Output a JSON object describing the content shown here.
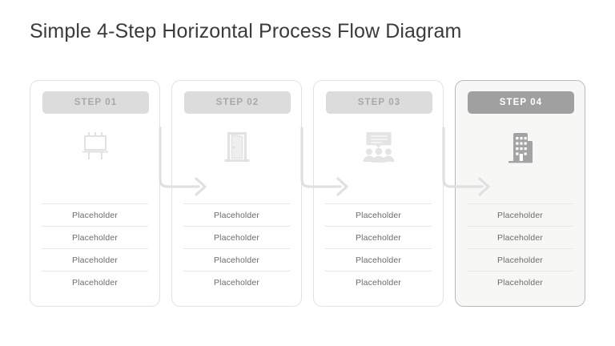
{
  "page": {
    "title": "Simple 4-Step Horizontal Process Flow Diagram",
    "background_color": "#ffffff",
    "title_color": "#3b3b3b"
  },
  "theme": {
    "card_border": "#e2e2e2",
    "card_background": "#ffffff",
    "active_card_border": "#b9b9b9",
    "active_card_background": "#f7f7f6",
    "header_pill": "#dcdcdc",
    "header_pill_active": "#a0a0a0",
    "header_text": "#a8a8a8",
    "header_text_active": "#ffffff",
    "icon_color": "#e0e0e0",
    "icon_color_active": "#a0a0a0",
    "row_text": "#6b6b6b",
    "row_divider": "#e8e8e8",
    "connector_color": "#e0e0e0"
  },
  "diagram": {
    "type": "horizontal-process-flow",
    "step_count": 4,
    "connector_count": 3,
    "connector_icon": "arrow-right-elbow",
    "steps": [
      {
        "id": "step-01",
        "header": "STEP 01",
        "icon": "easel-board-icon",
        "active": false,
        "rows": [
          "Placeholder",
          "Placeholder",
          "Placeholder",
          "Placeholder"
        ]
      },
      {
        "id": "step-02",
        "header": "STEP 02",
        "icon": "open-door-icon",
        "active": false,
        "rows": [
          "Placeholder",
          "Placeholder",
          "Placeholder",
          "Placeholder"
        ]
      },
      {
        "id": "step-03",
        "header": "STEP 03",
        "icon": "presentation-audience-icon",
        "active": false,
        "rows": [
          "Placeholder",
          "Placeholder",
          "Placeholder",
          "Placeholder"
        ]
      },
      {
        "id": "step-04",
        "header": "STEP 04",
        "icon": "office-building-icon",
        "active": true,
        "rows": [
          "Placeholder",
          "Placeholder",
          "Placeholder",
          "Placeholder"
        ]
      }
    ]
  }
}
